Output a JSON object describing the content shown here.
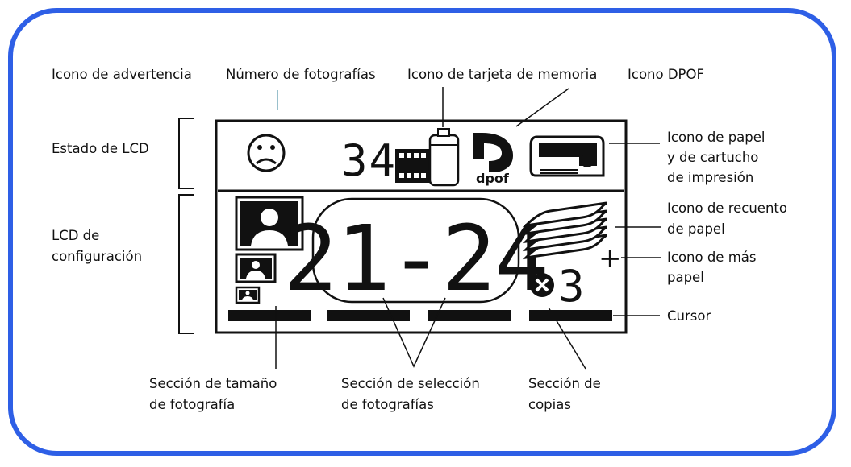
{
  "frame_color": "#2e5fe6",
  "labels": {
    "warning_icon": "Icono de advertencia",
    "photo_count": "Número de fotografías",
    "memory_card_icon": "Icono de tarjeta de memoria",
    "dpof_icon": "Icono DPOF",
    "lcd_status": "Estado de LCD",
    "lcd_config_line1": "LCD de",
    "lcd_config_line2": "configuración",
    "paper_cartridge_line1": "Icono de papel",
    "paper_cartridge_line2": "y de cartucho",
    "paper_cartridge_line3": "de impresión",
    "paper_count_line1": "Icono de recuento",
    "paper_count_line2": "de papel",
    "more_paper_line1": "Icono de más",
    "more_paper_line2": "papel",
    "cursor": "Cursor",
    "photo_size_line1": "Sección de tamaño",
    "photo_size_line2": "de fotografía",
    "photo_selection_line1": "Sección de selección",
    "photo_selection_line2": "de fotografías",
    "copies_line1": "Sección de",
    "copies_line2": "copias"
  },
  "lcd": {
    "photo_count_digits": "34",
    "selection_range": "21-24",
    "copies": "3",
    "dpof_text": "dpof",
    "plus_sign": "+"
  }
}
